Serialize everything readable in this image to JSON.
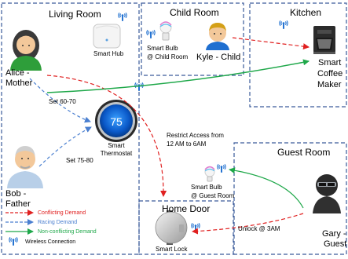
{
  "rooms": {
    "living_room": "Living Room",
    "child_room": "Child Room",
    "kitchen": "Kitchen",
    "guest_room": "Guest Room",
    "home_door": "Home Door"
  },
  "people": {
    "alice": [
      "Alice -",
      "Mother"
    ],
    "bob": [
      "Bob -",
      "Father"
    ],
    "kyle": "Kyle - Child",
    "gary": [
      "Gary -",
      "Guest"
    ]
  },
  "devices": {
    "smart_hub": "Smart Hub",
    "thermostat": [
      "Smart",
      "Thermostat"
    ],
    "thermostat_display": "75",
    "bulb_child": [
      "Smart Bulb",
      "@ Child Room"
    ],
    "bulb_guest": [
      "Smart Bulb",
      "@ Guest Room"
    ],
    "coffee_maker": [
      "Smart",
      "Coffee",
      "Maker"
    ],
    "smart_lock": "Smart Lock"
  },
  "annotations": {
    "alice_set": "Set 60-70",
    "bob_set": "Set 75-80",
    "restrict": [
      "Restrict Access from",
      "12 AM to 6AM"
    ],
    "unlock": "Unlock @ 3AM"
  },
  "legend": {
    "conflicting": "Conflicting Demand",
    "racing": "Racing Demand",
    "non_conflicting": "Non-conflicting Demand",
    "wireless": "Wireless Connection"
  },
  "colors": {
    "border": "#3a5a9a",
    "conflicting": "#e02020",
    "racing": "#4a7fd0",
    "non_conflicting": "#1fa84a",
    "wireless": "#1e6fd0"
  }
}
